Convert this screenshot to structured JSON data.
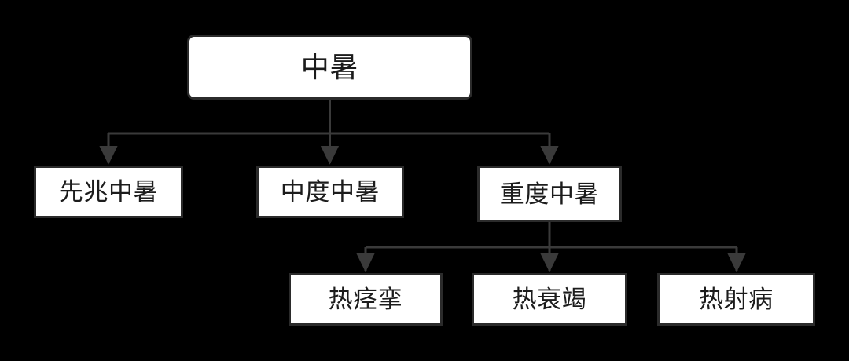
{
  "diagram": {
    "type": "tree-hierarchy",
    "title": "",
    "background_color": "#000000",
    "node_fill": "#ffffff",
    "node_border_color": "#2b2b2b",
    "edge_color": "#3a3a3a",
    "text_color": "#1c1c1c",
    "nodes": [
      {
        "id": "root",
        "label": "中暑",
        "shape": "rounded-rect",
        "level": 1
      },
      {
        "id": "l2a",
        "label": "先兆中暑",
        "shape": "rect",
        "level": 2
      },
      {
        "id": "l2b",
        "label": "中度中暑",
        "shape": "rect",
        "level": 2
      },
      {
        "id": "l2c",
        "label": "重度中暑",
        "shape": "rect",
        "level": 2
      },
      {
        "id": "l3a",
        "label": "热痉挛",
        "shape": "rect",
        "level": 3
      },
      {
        "id": "l3b",
        "label": "热衰竭",
        "shape": "rect",
        "level": 3
      },
      {
        "id": "l3c",
        "label": "热射病",
        "shape": "rect",
        "level": 3
      }
    ],
    "edges": [
      {
        "from": "root",
        "to": "l2a",
        "arrow": "end"
      },
      {
        "from": "root",
        "to": "l2b",
        "arrow": "end"
      },
      {
        "from": "root",
        "to": "l2c",
        "arrow": "end"
      },
      {
        "from": "l2c",
        "to": "l3a",
        "arrow": "end"
      },
      {
        "from": "l2c",
        "to": "l3b",
        "arrow": "end"
      },
      {
        "from": "l2c",
        "to": "l3c",
        "arrow": "end"
      }
    ]
  }
}
